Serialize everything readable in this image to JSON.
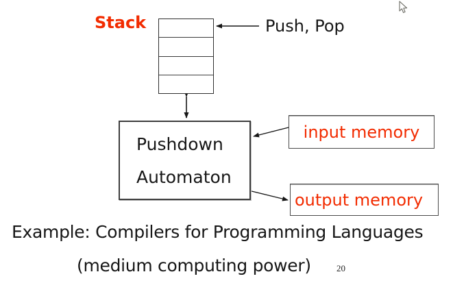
{
  "colors": {
    "accent_red": "#f22b00",
    "line_black": "#161616"
  },
  "diagram": {
    "stack_label": "Stack",
    "stack_cells": 4,
    "push_pop_label": "Push, Pop",
    "pda_line1": "Pushdown",
    "pda_line2": "Automaton",
    "input_memory_label": "input memory",
    "output_memory_label": "output memory"
  },
  "caption": {
    "line1": "Example: Compilers for Programming Languages",
    "line2": "(medium computing power)"
  },
  "page_number": "20"
}
